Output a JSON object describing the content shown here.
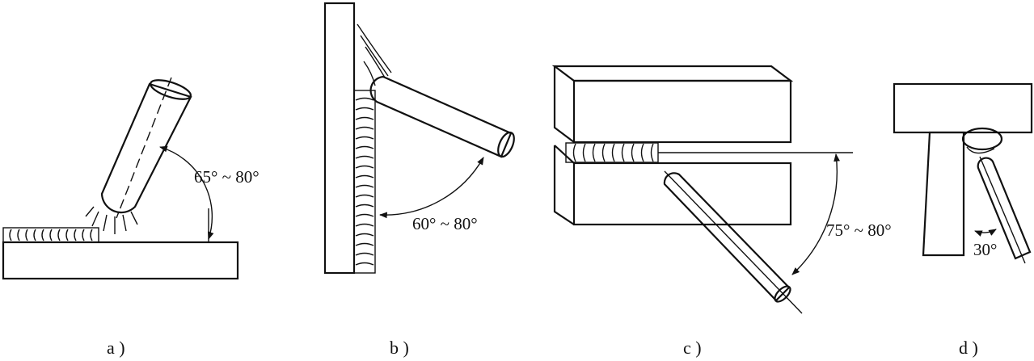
{
  "panels": [
    {
      "id": "a",
      "label": "a )",
      "angle_text": "65° ~ 80°"
    },
    {
      "id": "b",
      "label": "b )",
      "angle_text": "60° ~ 80°"
    },
    {
      "id": "c",
      "label": "c )",
      "angle_text": "75° ~ 80°"
    },
    {
      "id": "d",
      "label": "d )",
      "angle_text": "30°"
    }
  ],
  "colors": {
    "ink": "#111111",
    "background": "#ffffff"
  }
}
